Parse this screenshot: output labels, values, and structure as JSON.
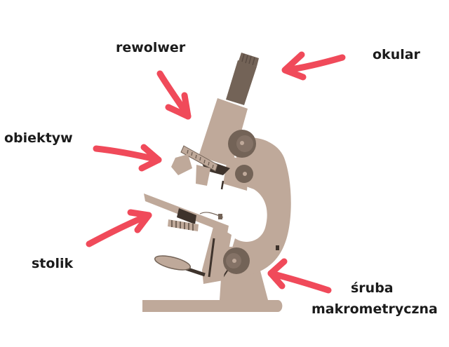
{
  "labels": {
    "rewolwer": "rewolwer",
    "okular": "okular",
    "obiektyw": "obiektyw",
    "stolik": "stolik",
    "sruba_line1": "śruba",
    "sruba_line2": "makrometryczna"
  },
  "colors": {
    "body": "#bfa99a",
    "dark": "#736357",
    "darkest": "#3e332c",
    "arrow": "#f04a5a"
  }
}
